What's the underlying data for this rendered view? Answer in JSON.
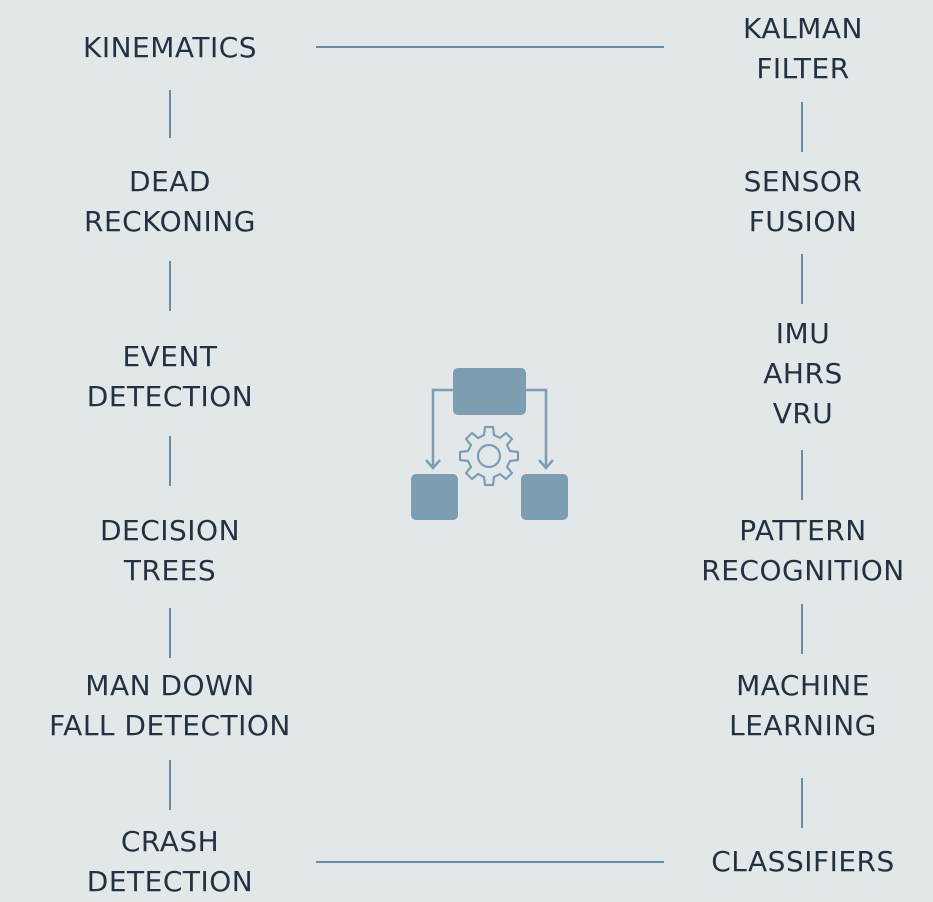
{
  "left_column": [
    {
      "lines": [
        "KINEMATICS"
      ]
    },
    {
      "lines": [
        "DEAD",
        "RECKONING"
      ]
    },
    {
      "lines": [
        "EVENT",
        "DETECTION"
      ]
    },
    {
      "lines": [
        "DECISION",
        "TREES"
      ]
    },
    {
      "lines": [
        "MAN DOWN",
        "FALL DETECTION"
      ]
    },
    {
      "lines": [
        "CRASH",
        "DETECTION"
      ]
    }
  ],
  "right_column": [
    {
      "lines": [
        "KALMAN",
        "FILTER"
      ]
    },
    {
      "lines": [
        "SENSOR",
        "FUSION"
      ]
    },
    {
      "lines": [
        "IMU",
        "AHRS",
        "VRU"
      ]
    },
    {
      "lines": [
        "PATTERN",
        "RECOGNITION"
      ]
    },
    {
      "lines": [
        "MACHINE",
        "LEARNING"
      ]
    },
    {
      "lines": [
        "CLASSIFIERS"
      ]
    }
  ],
  "center_icon": "workflow-gear-icon",
  "colors": {
    "background": "#e2e7e9",
    "text": "#24313e",
    "connector": "#6d8a9e",
    "icon": "#7d9eb0"
  }
}
